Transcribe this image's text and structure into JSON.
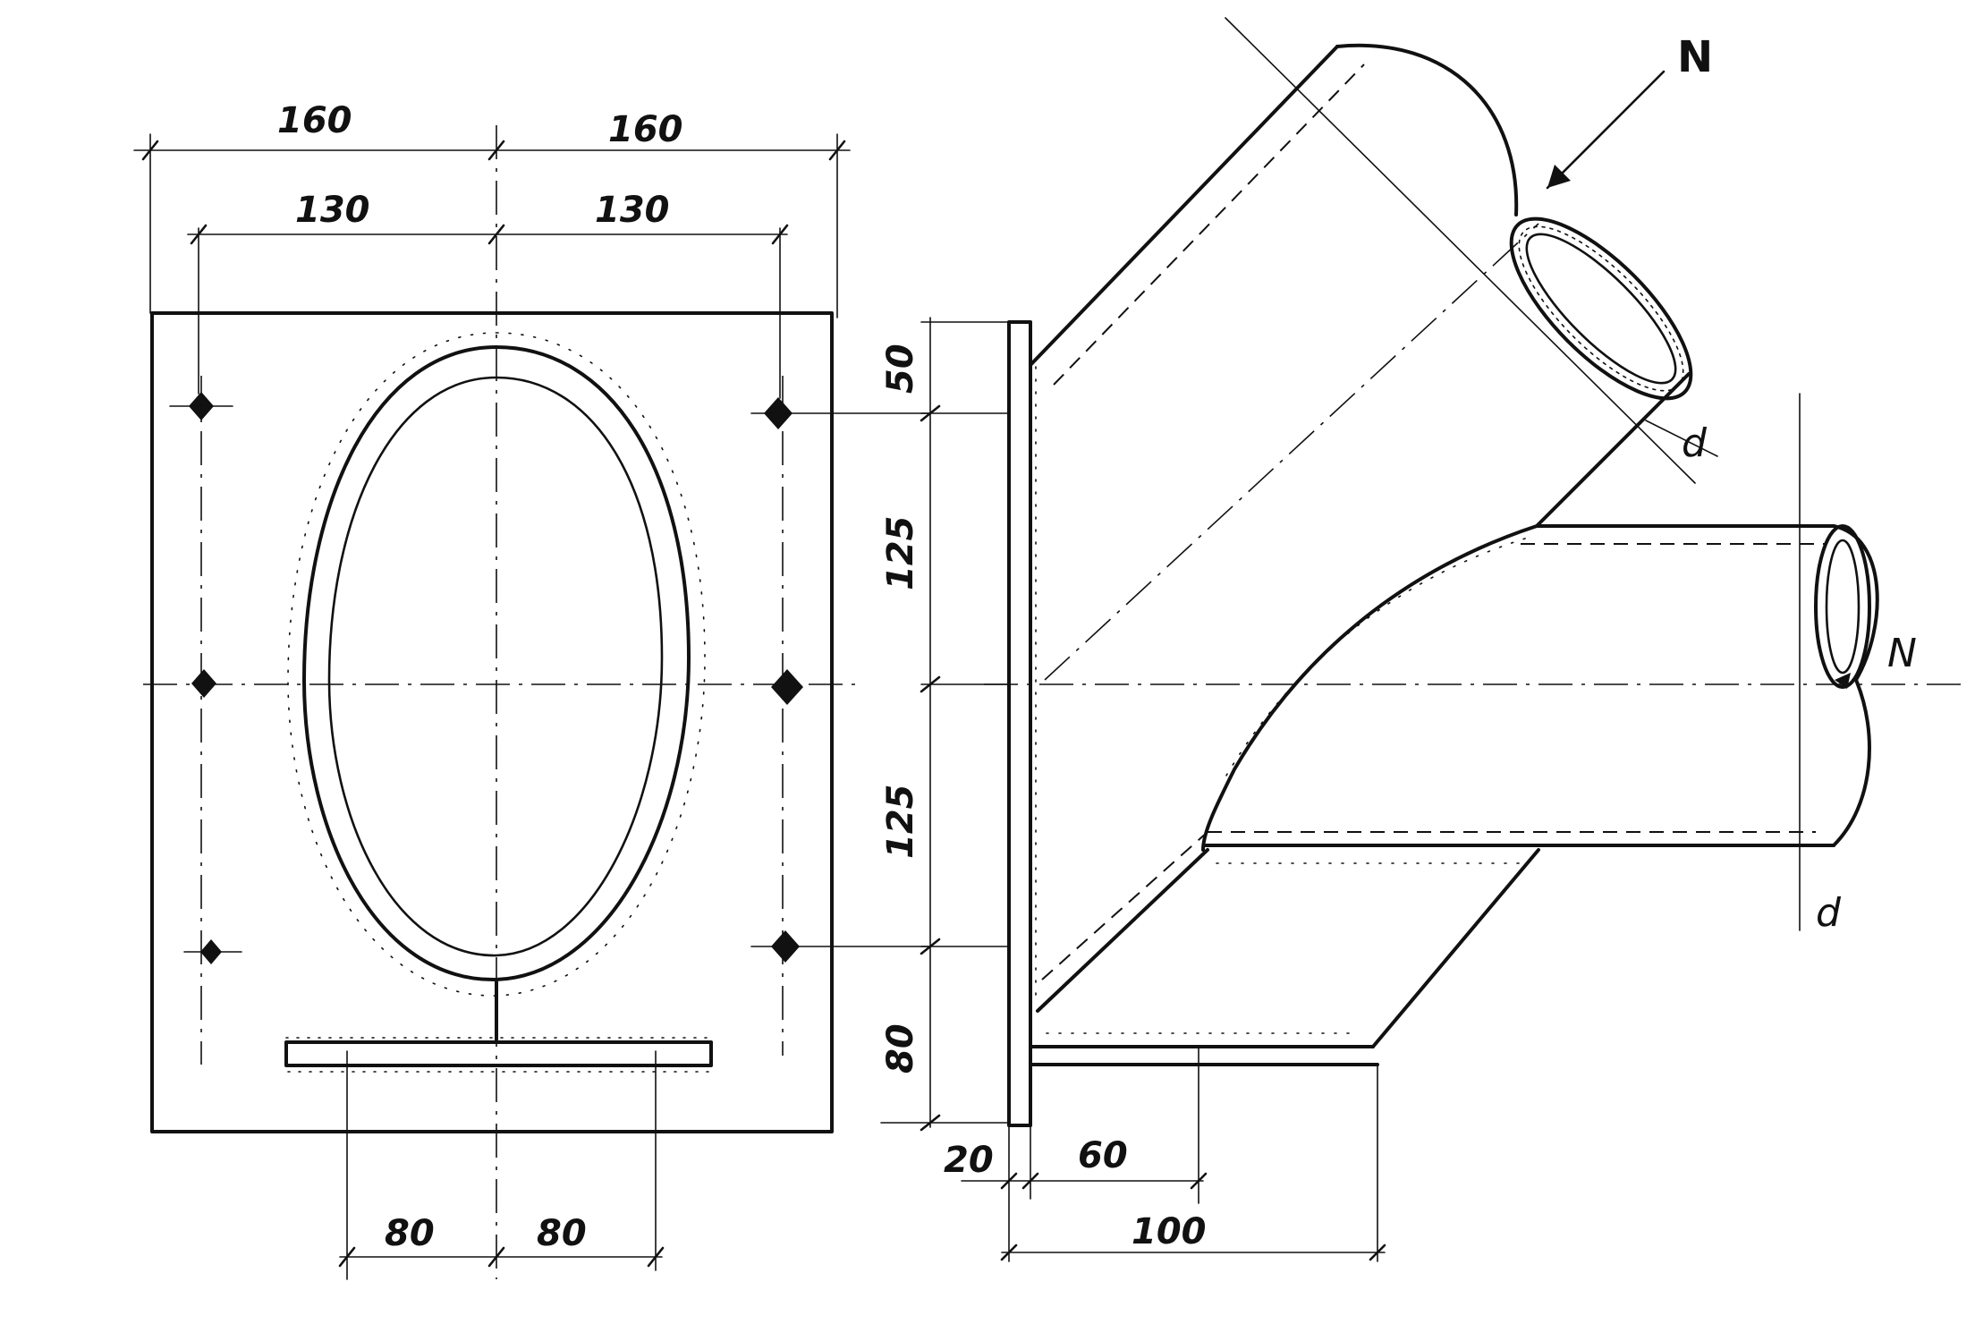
{
  "dimensions": {
    "top_left_outer": "160",
    "top_right_outer": "160",
    "top_left_inner": "130",
    "top_right_inner": "130",
    "bottom_left": "80",
    "bottom_right": "80",
    "v_top": "50",
    "v_upper": "125",
    "v_lower": "125",
    "v_bottom": "80",
    "plate_thickness": "20",
    "gusset_offset": "60",
    "gusset_length": "100"
  },
  "labels": {
    "force_upper": "N",
    "force_lower": "N",
    "diameter_upper": "d",
    "diameter_lower": "d"
  }
}
